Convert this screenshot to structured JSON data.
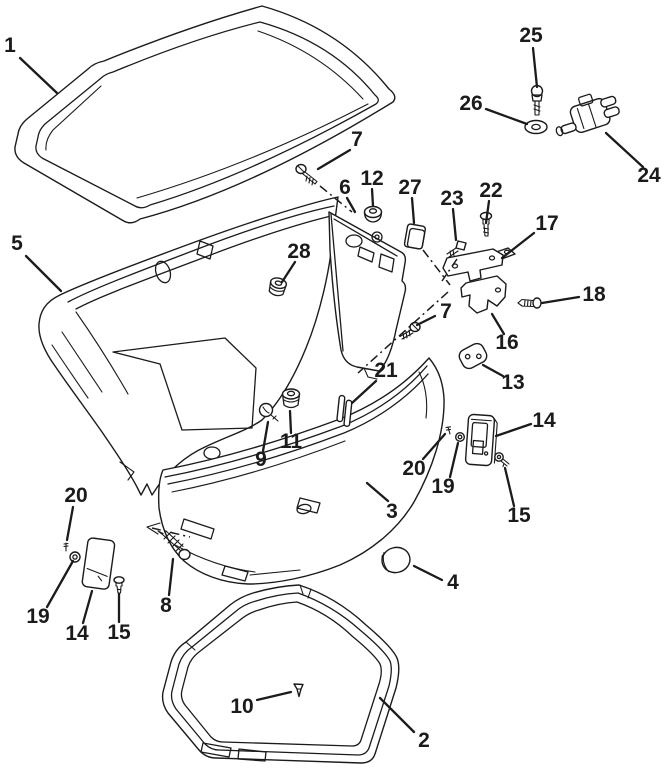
{
  "diagram": {
    "background_color": "#ffffff",
    "line_color": "#1b1b1b"
  },
  "callouts": [
    {
      "label": "1"
    },
    {
      "label": "5"
    },
    {
      "label": "7"
    },
    {
      "label": "25"
    },
    {
      "label": "26"
    },
    {
      "label": "24"
    },
    {
      "label": "6"
    },
    {
      "label": "12"
    },
    {
      "label": "27"
    },
    {
      "label": "23"
    },
    {
      "label": "22"
    },
    {
      "label": "17"
    },
    {
      "label": "18"
    },
    {
      "label": "16"
    },
    {
      "label": "13"
    },
    {
      "label": "7"
    },
    {
      "label": "28"
    },
    {
      "label": "21"
    },
    {
      "label": "11"
    },
    {
      "label": "9"
    },
    {
      "label": "3"
    },
    {
      "label": "20"
    },
    {
      "label": "19"
    },
    {
      "label": "14"
    },
    {
      "label": "15"
    },
    {
      "label": "4"
    },
    {
      "label": "20"
    },
    {
      "label": "19"
    },
    {
      "label": "14"
    },
    {
      "label": "15"
    },
    {
      "label": "8"
    },
    {
      "label": "10"
    },
    {
      "label": "2"
    }
  ]
}
